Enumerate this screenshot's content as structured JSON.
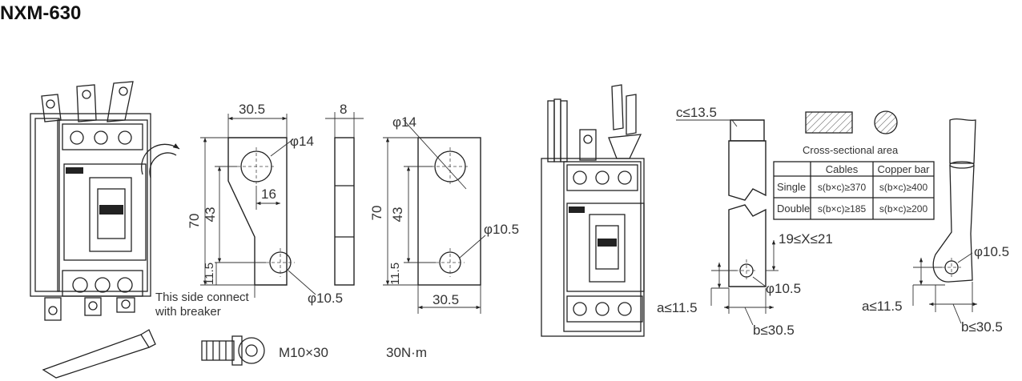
{
  "title": "NXM-630",
  "bent_plate": {
    "top_width": "30.5",
    "hole_top": "φ14",
    "offset": "16",
    "height_total": "70",
    "height_mid": "43",
    "height_bottom": "11.5",
    "hole_bottom": "φ10.5",
    "note_line1": "This side connect",
    "note_line2": "with breaker"
  },
  "side_plate": {
    "thickness": "8"
  },
  "straight_plate": {
    "hole_top": "φ14",
    "height_total": "70",
    "height_mid": "43",
    "height_bottom": "11.5",
    "hole_bottom": "φ10.5",
    "bottom_width": "30.5"
  },
  "bolt": {
    "size": "M10×30",
    "torque": "30N·m"
  },
  "bar": {
    "c_label": "c≤13.5",
    "x_range": "19≤X≤21",
    "hole": "φ10.5",
    "a_label": "a≤11.5",
    "b_label": "b≤30.5"
  },
  "area_table": {
    "caption": "Cross-sectional area",
    "headers": [
      "",
      "Cables",
      "Copper bar"
    ],
    "rows": [
      [
        "Single",
        "s(b×c)≥370",
        "s(b×c)≥400"
      ],
      [
        "Double",
        "s(b×c)≥185",
        "s(b×c)≥200"
      ]
    ]
  },
  "lug": {
    "hole": "φ10.5",
    "a_label": "a≤11.5",
    "b_label": "b≤30.5"
  }
}
